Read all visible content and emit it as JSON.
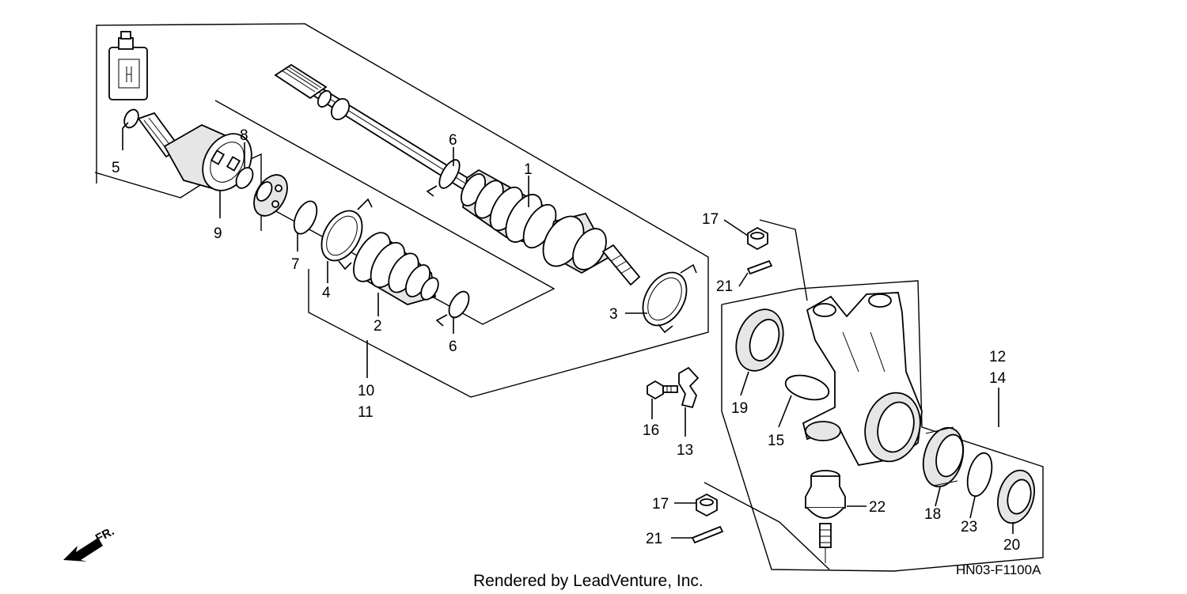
{
  "callouts": {
    "c1": "1",
    "c2": "2",
    "c3": "3",
    "c4": "4",
    "c5": "5",
    "c6a": "6",
    "c6b": "6",
    "c7": "7",
    "c8": "8",
    "c9": "9",
    "c10": "10",
    "c11": "11",
    "c12": "12",
    "c13": "13",
    "c14": "14",
    "c15": "15",
    "c16": "16",
    "c17a": "17",
    "c17b": "17",
    "c18": "18",
    "c19": "19",
    "c20": "20",
    "c21a": "21",
    "c21b": "21",
    "c22": "22",
    "c23": "23"
  },
  "direction_label": "FR.",
  "diagram_code": "HN03-F1100A",
  "footer": "Rendered by LeadVenture, Inc."
}
